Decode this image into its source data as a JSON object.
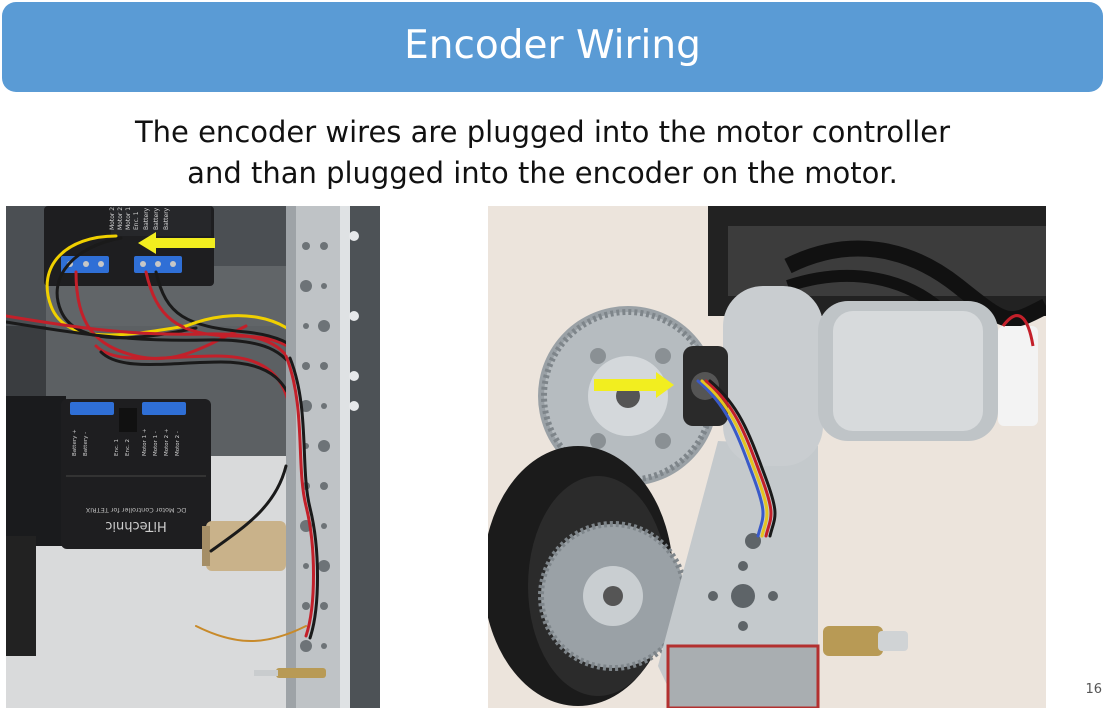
{
  "slide": {
    "title": "Encoder Wiring",
    "body_lines": [
      "The encoder wires are plugged into the motor controller",
      "and than plugged into the encoder on the motor."
    ],
    "page_number": "16"
  },
  "photos": {
    "left": {
      "controller_top_labels": [
        "Motor 2",
        "Motor 2",
        "Motor 1",
        "Enc. 1",
        "Battery",
        "Battery",
        "Battery"
      ],
      "controller_bottom_labels": [
        "Battery +",
        "Battery -",
        "Enc. 1",
        "Enc. 2",
        "Motor 1 +",
        "Motor 1 -",
        "Motor 2 +",
        "Motor 2 -"
      ],
      "controller_brand": "HiTechnic",
      "controller_model": "DC Motor Controller for TETRIX"
    }
  },
  "colors": {
    "title_bar": "#5a9bd5",
    "arrow": "#f2ee1f",
    "terminal_block": "#2f6fd6",
    "controller_body": "#1e1e20"
  }
}
